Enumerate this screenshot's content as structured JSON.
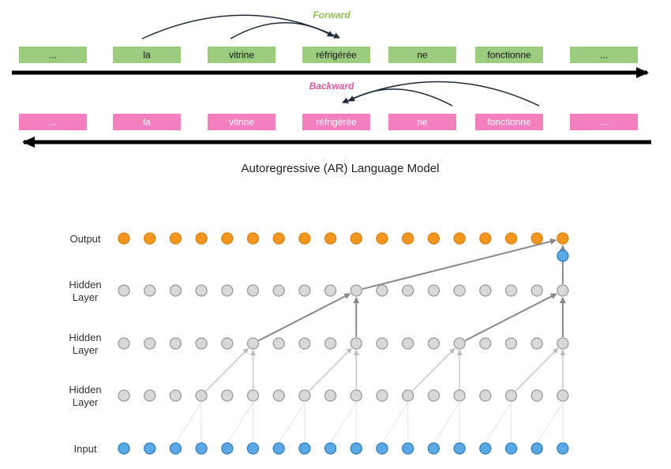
{
  "ar_model": {
    "forward": {
      "label": "Forward",
      "label_color": "#8cc152",
      "box_color": "#9ccc7e",
      "tokens": [
        "...",
        "la",
        "vitrine",
        "réfrigérée",
        "ne",
        "fonctionne",
        "..."
      ],
      "highlight_index": 3
    },
    "backward": {
      "label": "Backward",
      "label_color": "#e0579a",
      "box_color": "#f47fbe",
      "tokens": [
        "...",
        "la",
        "vitrine",
        "réfrigérée",
        "ne",
        "fonctionne",
        "..."
      ],
      "highlight_index": 3
    },
    "caption": "Autoregressive (AR) Language Model"
  },
  "network": {
    "row_labels": [
      {
        "lines": [
          "Output"
        ]
      },
      {
        "lines": [
          "Hidden",
          "Layer"
        ]
      },
      {
        "lines": [
          "Hidden",
          "Layer"
        ]
      },
      {
        "lines": [
          "Hidden",
          "Layer"
        ]
      },
      {
        "lines": [
          "Input"
        ]
      }
    ],
    "colors": {
      "output": "#f5961e",
      "hidden": "#d9d9d9",
      "input": "#5aa9e6",
      "arrow": "#888888"
    },
    "node_count": 18
  }
}
